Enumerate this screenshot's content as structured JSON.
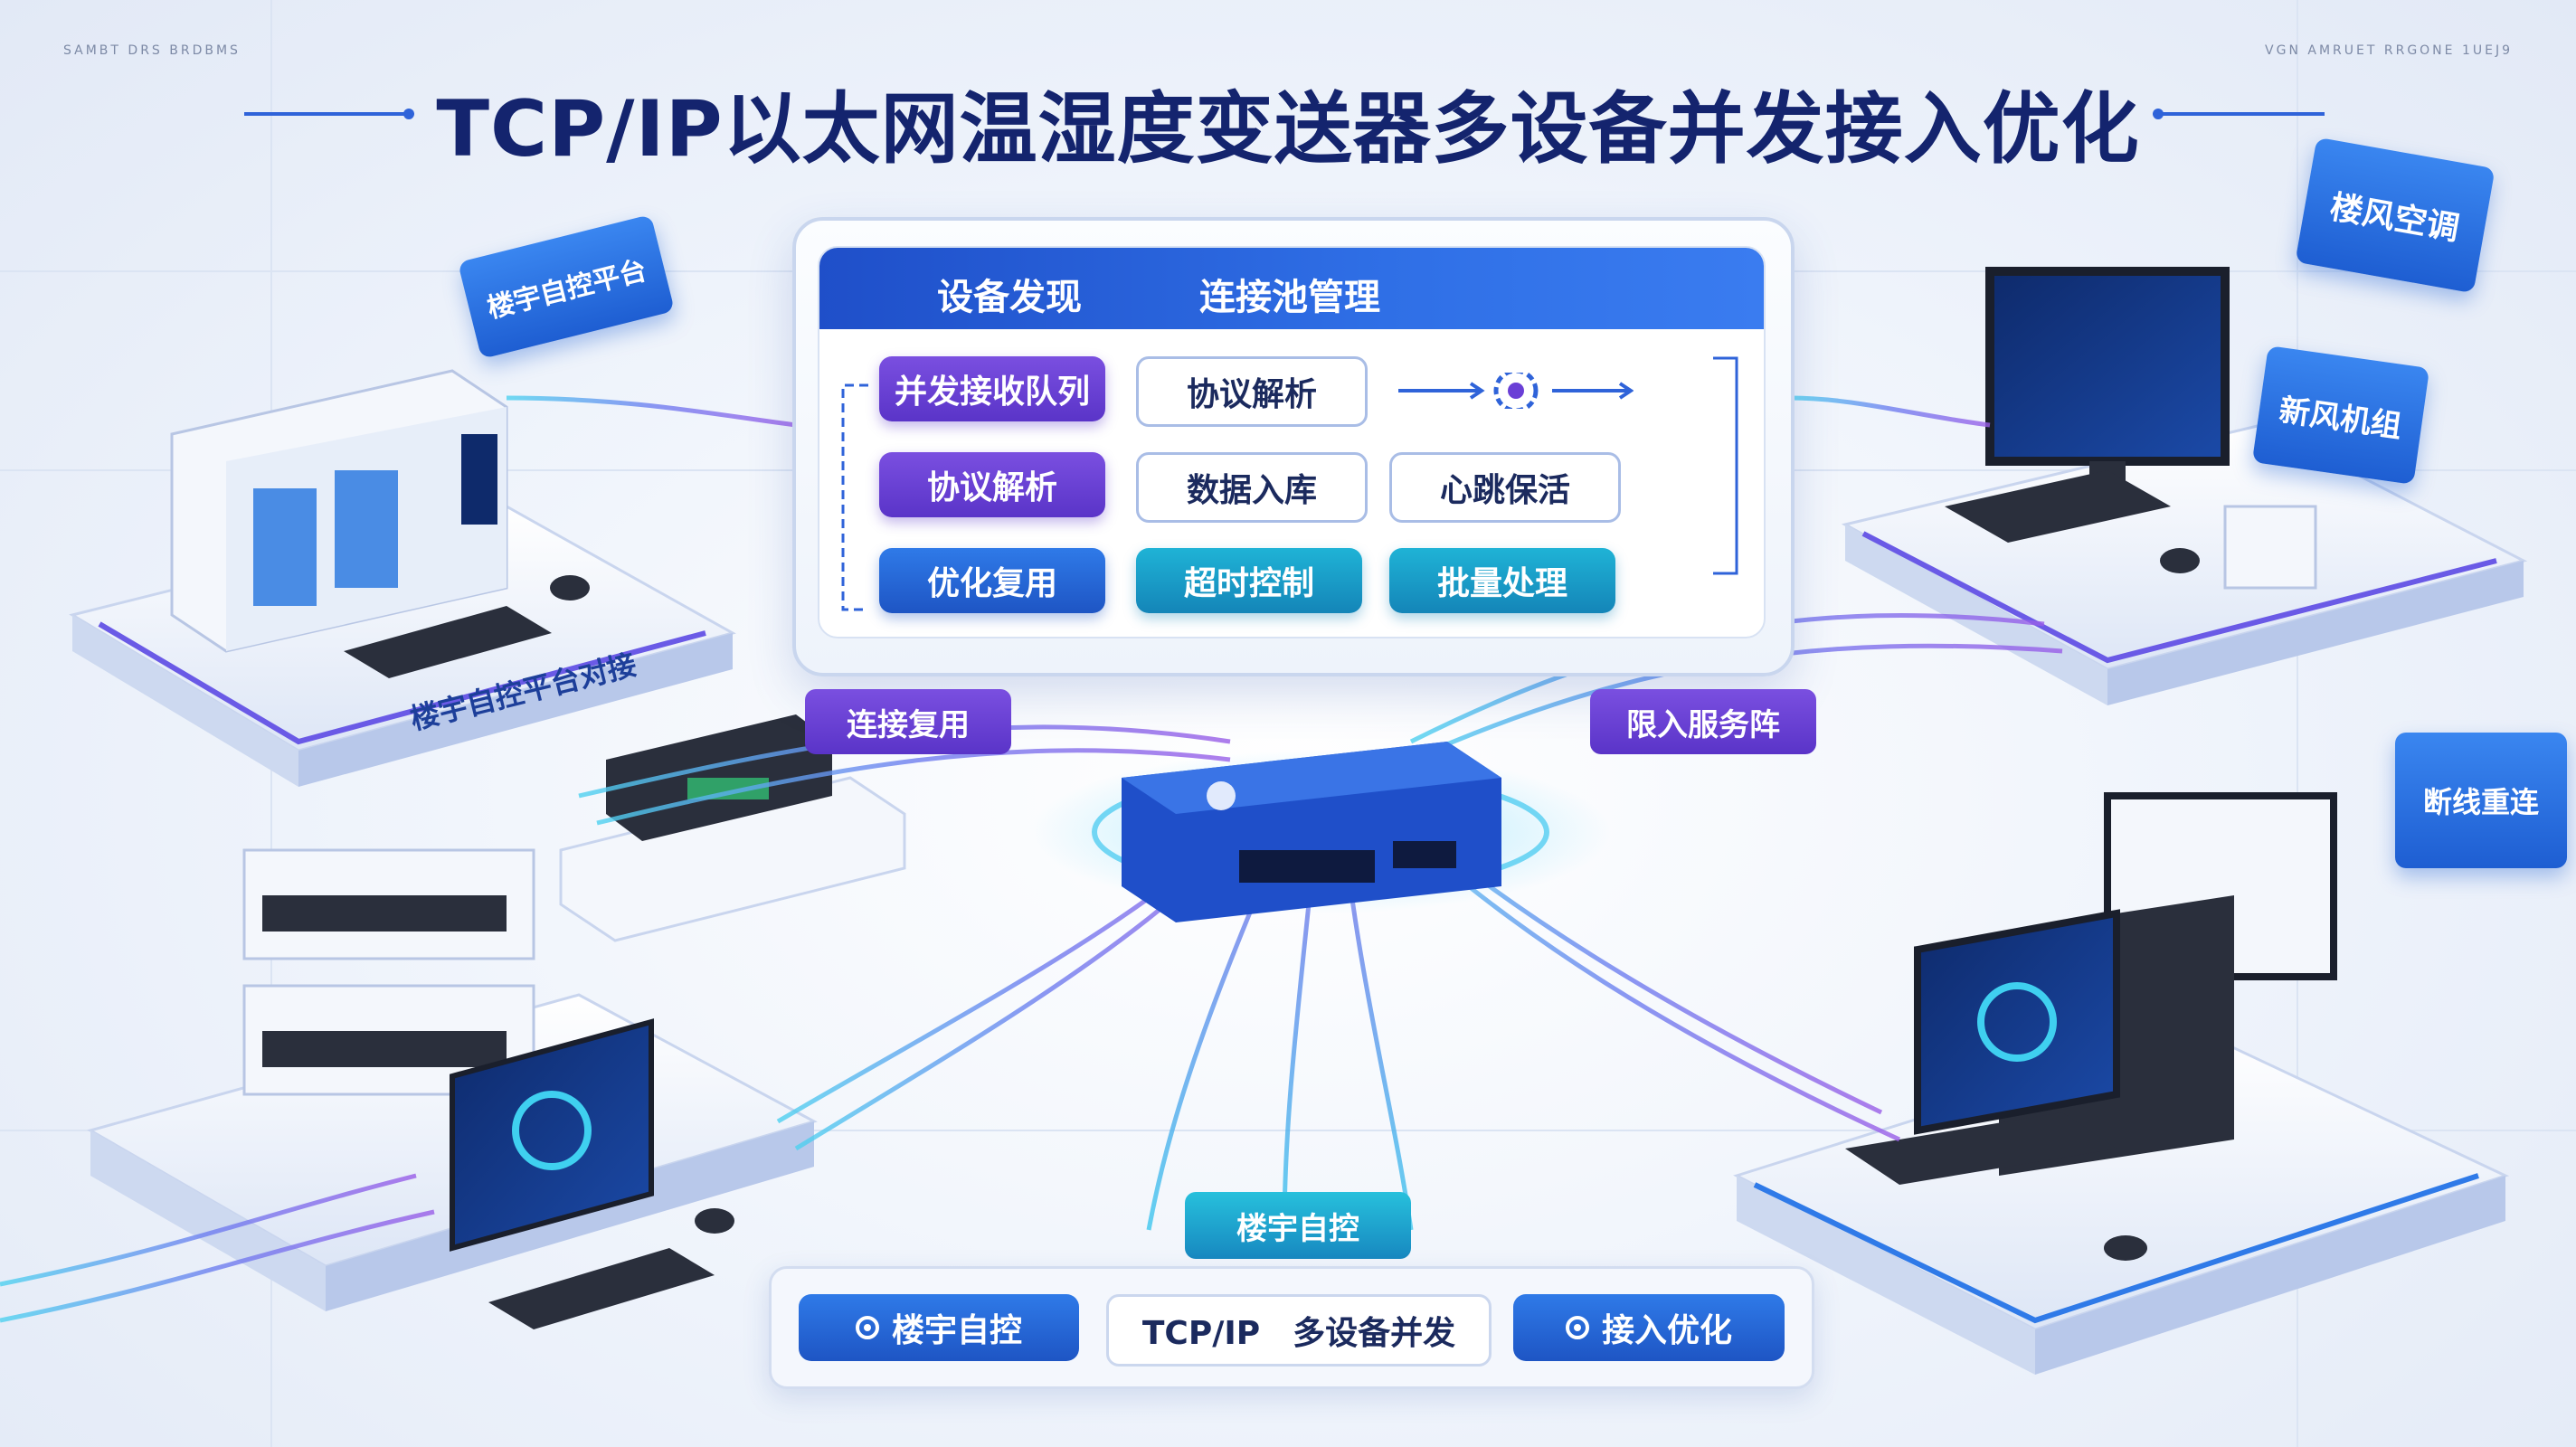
{
  "header": {
    "title": "TCP/IP以太网温湿度变送器多设备并发接入优化",
    "micro_left": "SAMBT DRS BRDBMS",
    "micro_right": "VGN AMRUET RRGONE 1UEJ9"
  },
  "panel": {
    "head_left": "设备发现",
    "head_right": "连接池管理",
    "rows": [
      [
        "并发接收队列",
        "协议解析"
      ],
      [
        "协议解析",
        "数据入库",
        "心跳保活"
      ],
      [
        "优化复用",
        "超时控制",
        "批量处理"
      ]
    ]
  },
  "labels": {
    "left_sign": "楼宇自控平台",
    "left_platform": "楼宇自控平台对接",
    "conn_reuse": "连接复用",
    "limit_service": "限入服务阵",
    "building_auto": "楼宇自控",
    "right_sign_top": "楼风空调",
    "right_sign_mid": "新风机组",
    "right_sign_low": "断线重连"
  },
  "bottom_bar": {
    "item1": "楼宇自控",
    "item2": "TCP/IP　多设备并发",
    "item3": "接入优化"
  },
  "colors": {
    "brand_blue": "#1f4fc9",
    "purple": "#6a3fd6",
    "teal": "#1fb3d6",
    "title_navy": "#14246e"
  }
}
